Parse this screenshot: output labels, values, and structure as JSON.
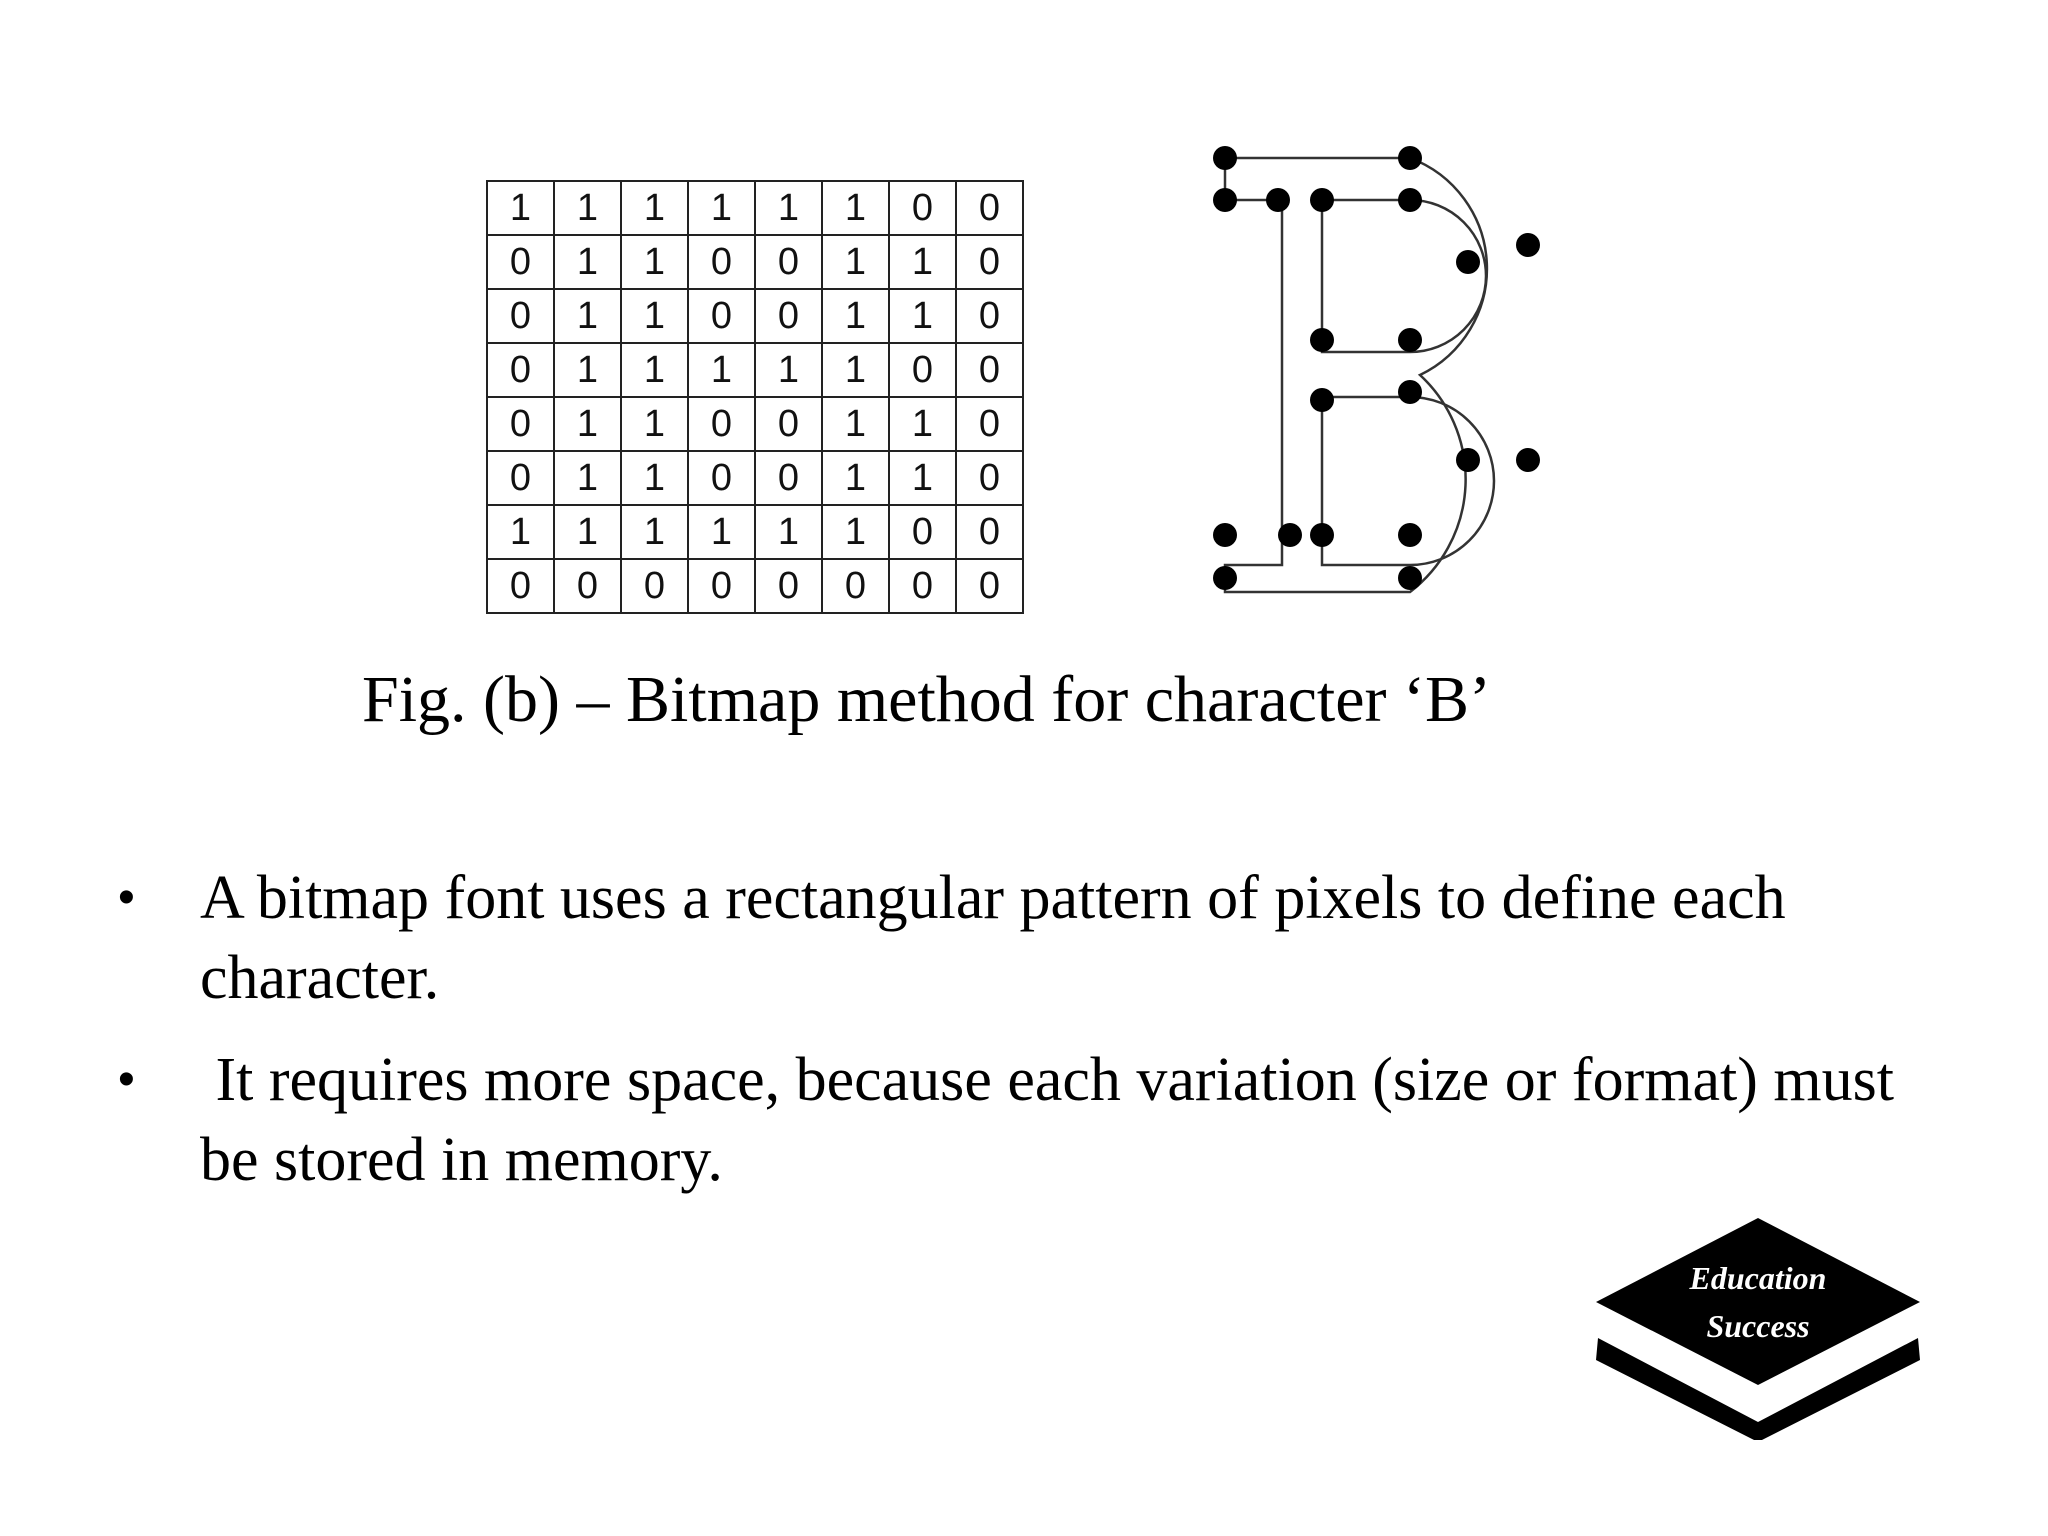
{
  "figure": {
    "bitmap": [
      [
        "1",
        "1",
        "1",
        "1",
        "1",
        "1",
        "0",
        "0"
      ],
      [
        "0",
        "1",
        "1",
        "0",
        "0",
        "1",
        "1",
        "0"
      ],
      [
        "0",
        "1",
        "1",
        "0",
        "0",
        "1",
        "1",
        "0"
      ],
      [
        "0",
        "1",
        "1",
        "1",
        "1",
        "1",
        "0",
        "0"
      ],
      [
        "0",
        "1",
        "1",
        "0",
        "0",
        "1",
        "1",
        "0"
      ],
      [
        "0",
        "1",
        "1",
        "0",
        "0",
        "1",
        "1",
        "0"
      ],
      [
        "1",
        "1",
        "1",
        "1",
        "1",
        "1",
        "0",
        "0"
      ],
      [
        "0",
        "0",
        "0",
        "0",
        "0",
        "0",
        "0",
        "0"
      ]
    ],
    "caption": "Fig. (b) – Bitmap method for character ‘B’"
  },
  "bullets": [
    "A bitmap font uses a rectangular pattern of pixels to define each character.",
    " It requires more space, because each variation (size or format) must be stored in memory."
  ],
  "bullet_marker": "•",
  "logo": {
    "line1": "Education",
    "line2": "Success"
  }
}
